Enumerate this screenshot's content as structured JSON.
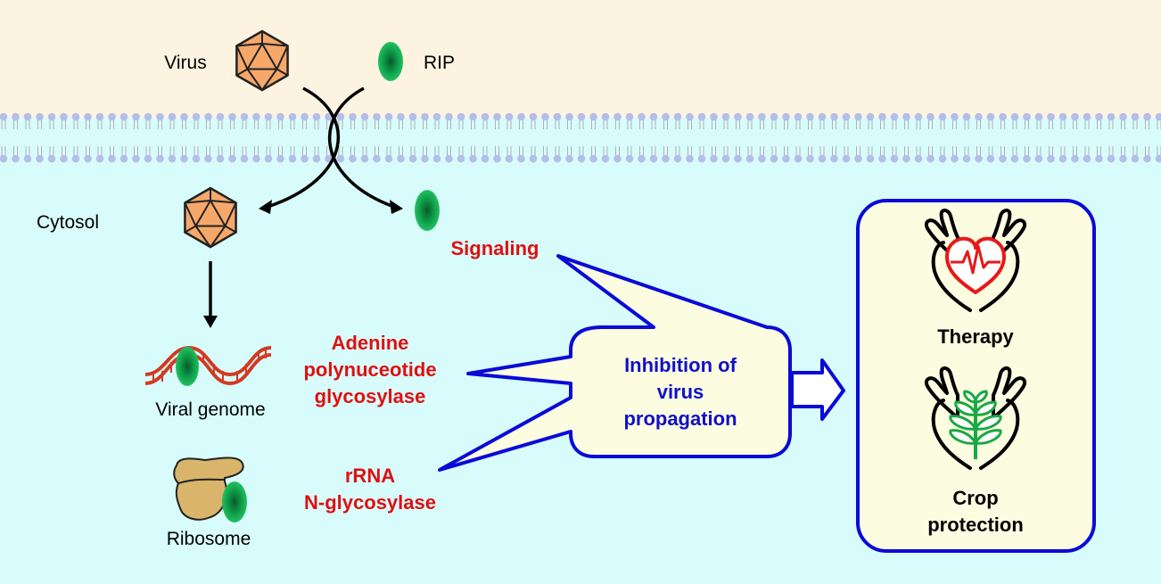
{
  "labels": {
    "virus": "Virus",
    "rip": "RIP",
    "cytosol": "Cytosol",
    "signaling": "Signaling",
    "adenine": [
      "Adenine",
      "polynuceotide",
      "glycosylase"
    ],
    "viral_genome": "Viral genome",
    "rrna": [
      "rRNA",
      "N-glycosylase"
    ],
    "ribosome": "Ribosome",
    "inhibition": [
      "Inhibition of",
      "virus",
      "propagation"
    ],
    "therapy": "Therapy",
    "crop": [
      "Crop",
      "protection"
    ]
  },
  "colors": {
    "extracellular": "#fdf3e1",
    "cytosol": "#d8fcfc",
    "membrane_head": "#b5bde8",
    "virus": "#f6a86a",
    "rip": "#0e9a48",
    "rna": "#d23a22",
    "ribosome": "#d8b56a",
    "callout_border": "#0a0ad8",
    "callout_fill": "#fcfce0",
    "heart": "#e81818",
    "leaf": "#1aa844",
    "red_text": "#e01010",
    "blue_text": "#1010c8"
  },
  "icons": [
    "virus-icon",
    "rip-icon",
    "viral-genome-icon",
    "ribosome-icon",
    "heart-hands-icon",
    "plant-hands-icon"
  ]
}
